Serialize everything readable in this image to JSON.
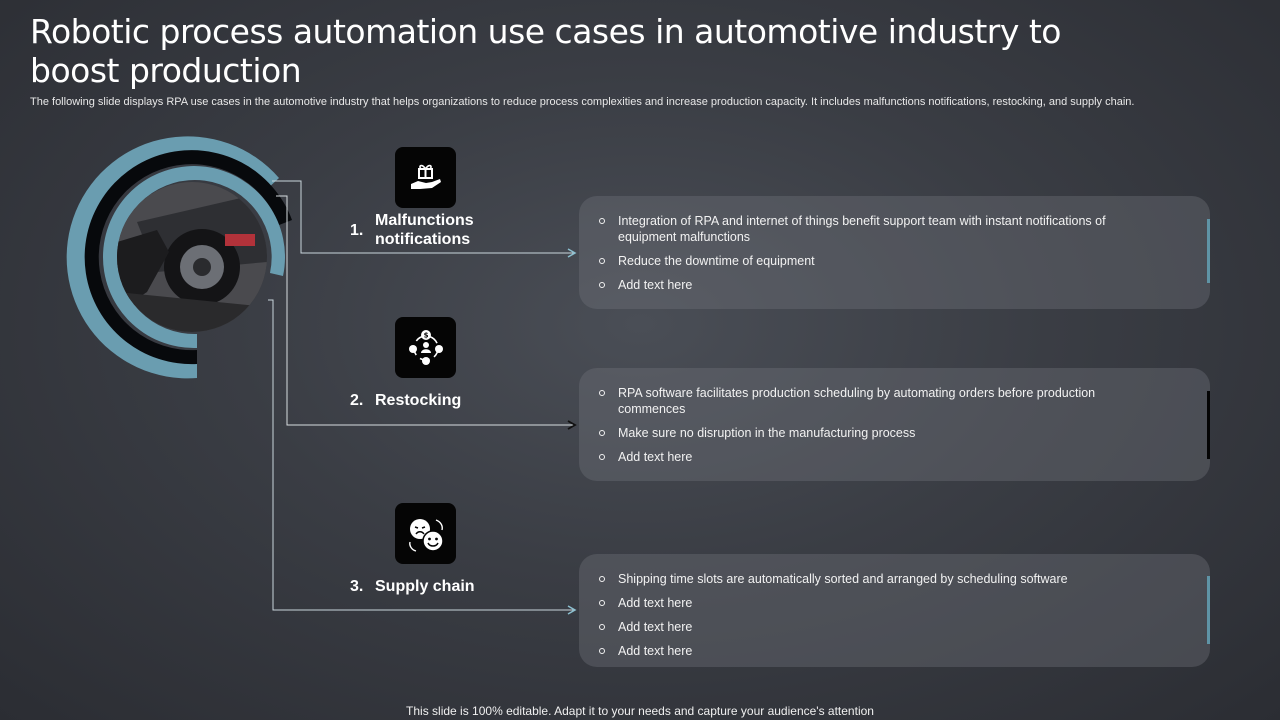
{
  "slide": {
    "title": "Robotic process automation use cases in automotive industry to boost production",
    "subtitle": "The following slide displays RPA use cases in the automotive industry that helps organizations to reduce process complexities and increase production capacity. It includes malfunctions notifications, restocking, and supply chain.",
    "footer": "This slide is 100% editable. Adapt it to your needs and capture your audience's attention"
  },
  "colors": {
    "ring_light": "#6a9db0",
    "ring_dark": "#07090c",
    "accent_blue": "#5f94a6",
    "accent_dark": "#050505"
  },
  "cases": [
    {
      "number": "1.",
      "name": "Malfunctions notifications",
      "icon": "hand-holding-gift-icon",
      "bullets": [
        "Integration of RPA and internet of things benefit support team with instant notifications of equipment malfunctions",
        "Reduce the downtime of equipment",
        "Add text here"
      ]
    },
    {
      "number": "2.",
      "name": "Restocking",
      "icon": "resource-cycle-icon",
      "bullets": [
        "RPA software facilitates production scheduling  by automating orders before production commences",
        "Make sure no disruption in the manufacturing process",
        "Add text here"
      ]
    },
    {
      "number": "3.",
      "name": "Supply chain",
      "icon": "smiley-faces-icon",
      "bullets": [
        "Shipping time slots are automatically sorted and arranged  by scheduling software",
        "Add text here",
        "Add text here",
        "Add text here"
      ]
    }
  ]
}
